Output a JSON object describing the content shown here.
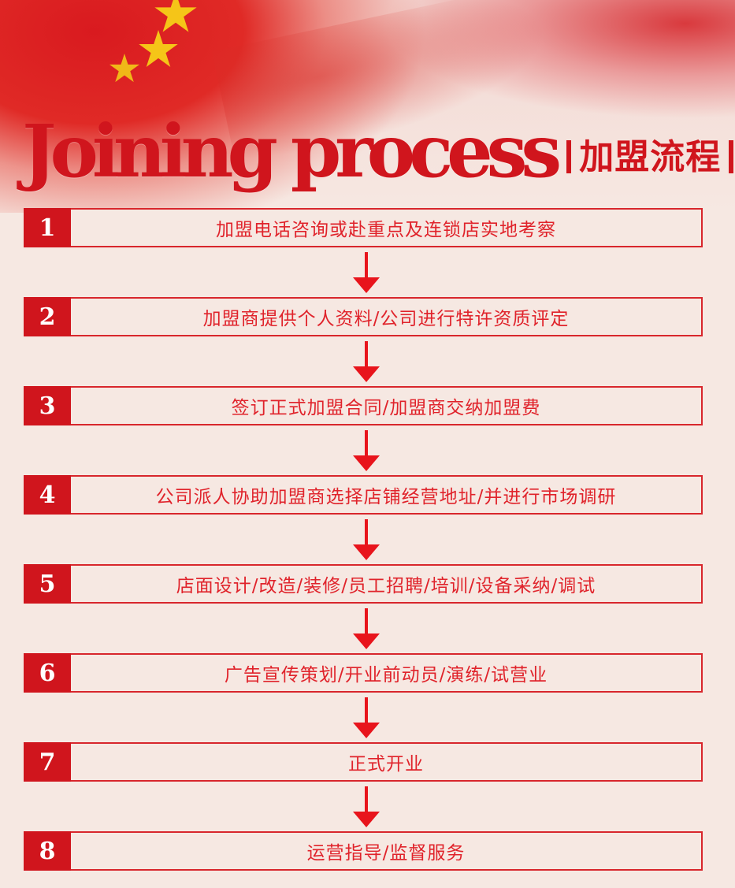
{
  "header": {
    "title_en": "Joining process",
    "title_cn": "加盟流程"
  },
  "colors": {
    "accent": "#d0151d",
    "text": "#e0232b",
    "background": "#f6e8e2"
  },
  "steps": [
    {
      "number": "1",
      "text": "加盟电话咨询或赴重点及连锁店实地考察"
    },
    {
      "number": "2",
      "text": "加盟商提供个人资料/公司进行特许资质评定"
    },
    {
      "number": "3",
      "text": "签订正式加盟合同/加盟商交纳加盟费"
    },
    {
      "number": "4",
      "text": "公司派人协助加盟商选择店铺经营地址/并进行市场调研"
    },
    {
      "number": "5",
      "text": "店面设计/改造/装修/员工招聘/培训/设备采纳/调试"
    },
    {
      "number": "6",
      "text": "广告宣传策划/开业前动员/演练/试营业"
    },
    {
      "number": "7",
      "text": "正式开业"
    },
    {
      "number": "8",
      "text": "运营指导/监督服务"
    }
  ]
}
